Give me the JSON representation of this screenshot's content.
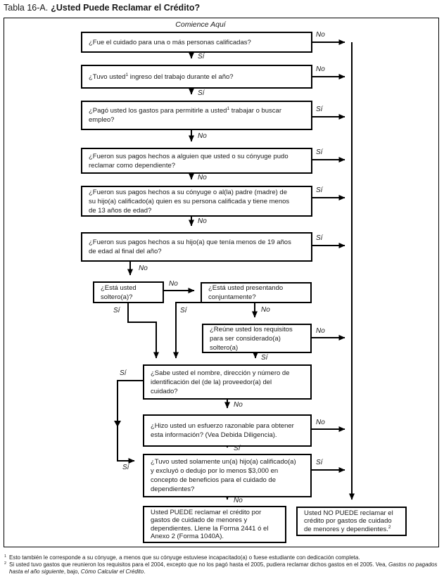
{
  "title": {
    "prefix": "Tabla 16-A.",
    "main": "¿Usted Puede Reclamar el Crédito?"
  },
  "labels": {
    "si": "Sí",
    "no": "No"
  },
  "flow": {
    "start": "Comience Aquí",
    "q1": {
      "l1": "¿Fue el cuidado para una o más personas calificadas?"
    },
    "q2": {
      "t1": "¿Tuvo usted",
      "sup": "1",
      "t2": " ingreso del trabajo durante el año?"
    },
    "q3": {
      "t1": "¿Pagó usted los gastos para permitirle a usted",
      "sup": "1",
      "t2": " trabajar o buscar",
      "l2": "empleo?"
    },
    "q4": {
      "l1": "¿Fueron sus pagos hechos a alguien que usted o su cónyuge pudo",
      "l2": "reclamar como dependiente?"
    },
    "q5": {
      "l1": "¿Fueron sus pagos hechos a su cónyuge o al(la) padre (madre) de",
      "l2": "su hijo(a) calificado(a) quien es su persona calificada y tiene menos",
      "l3": "de 13 años de edad?"
    },
    "q6": {
      "l1": "¿Fueron sus pagos hechos a su hijo(a) que tenía menos de 19 años",
      "l2": "de edad al final del año?"
    },
    "q7": {
      "l1": "¿Está usted",
      "l2": "soltero(a)?"
    },
    "q8": {
      "l1": "¿Está usted presentando",
      "l2": "conjuntamente?"
    },
    "q9": {
      "l1": "¿Reúne usted los requisitos",
      "l2": "para ser considerado(a)",
      "l3": "soltero(a)"
    },
    "q10": {
      "l1": "¿Sabe usted el nombre, dirección y número de",
      "l2": "identificación del (de la) proveedor(a) del",
      "l3": "cuidado?"
    },
    "q11": {
      "l1": "¿Hizo usted un esfuerzo razonable para obtener",
      "l2": "esta información? (Vea Debida Diligencia)."
    },
    "q12": {
      "l1": "¿Tuvo usted solamente un(a) hijo(a) calificado(a)",
      "l2": "y excluyó o dedujo por lo menos $3,000 en",
      "l3": "concepto de beneficios para el cuidado de",
      "l4": "dependientes?"
    },
    "end_yes": {
      "l1": "Usted PUEDE reclamar el crédito por",
      "l2": "gastos de cuidado de menores y",
      "l3": "dependientes. Llene la Forma 2441 ó el",
      "l4": "Anexo 2 (Forma 1040A)."
    },
    "end_no": {
      "l1": "Usted NO PUEDE reclamar el",
      "l2": "crédito por gastos de cuidado",
      "l3": "de menores y dependientes.",
      "sup": "2"
    }
  },
  "footnotes": {
    "f1": {
      "sup": "1",
      "text": "Esto también le corresponde a su cónyuge, a menos que su cónyuge estuviese incapacitado(a) o fuese estudiante con dedicación completa."
    },
    "f2": {
      "sup": "2",
      "t1": "Si usted tuvo gastos que reunieron los requisitos para el 2004, excepto que no los pagó hasta el 2005, pudiera reclamar dichos gastos en el 2005. Vea, ",
      "i1": "Gastos no pagados hasta el año siguiente",
      "t2": ", bajo, ",
      "i2": "Cómo Calcular el Crédito",
      "t3": "."
    }
  }
}
